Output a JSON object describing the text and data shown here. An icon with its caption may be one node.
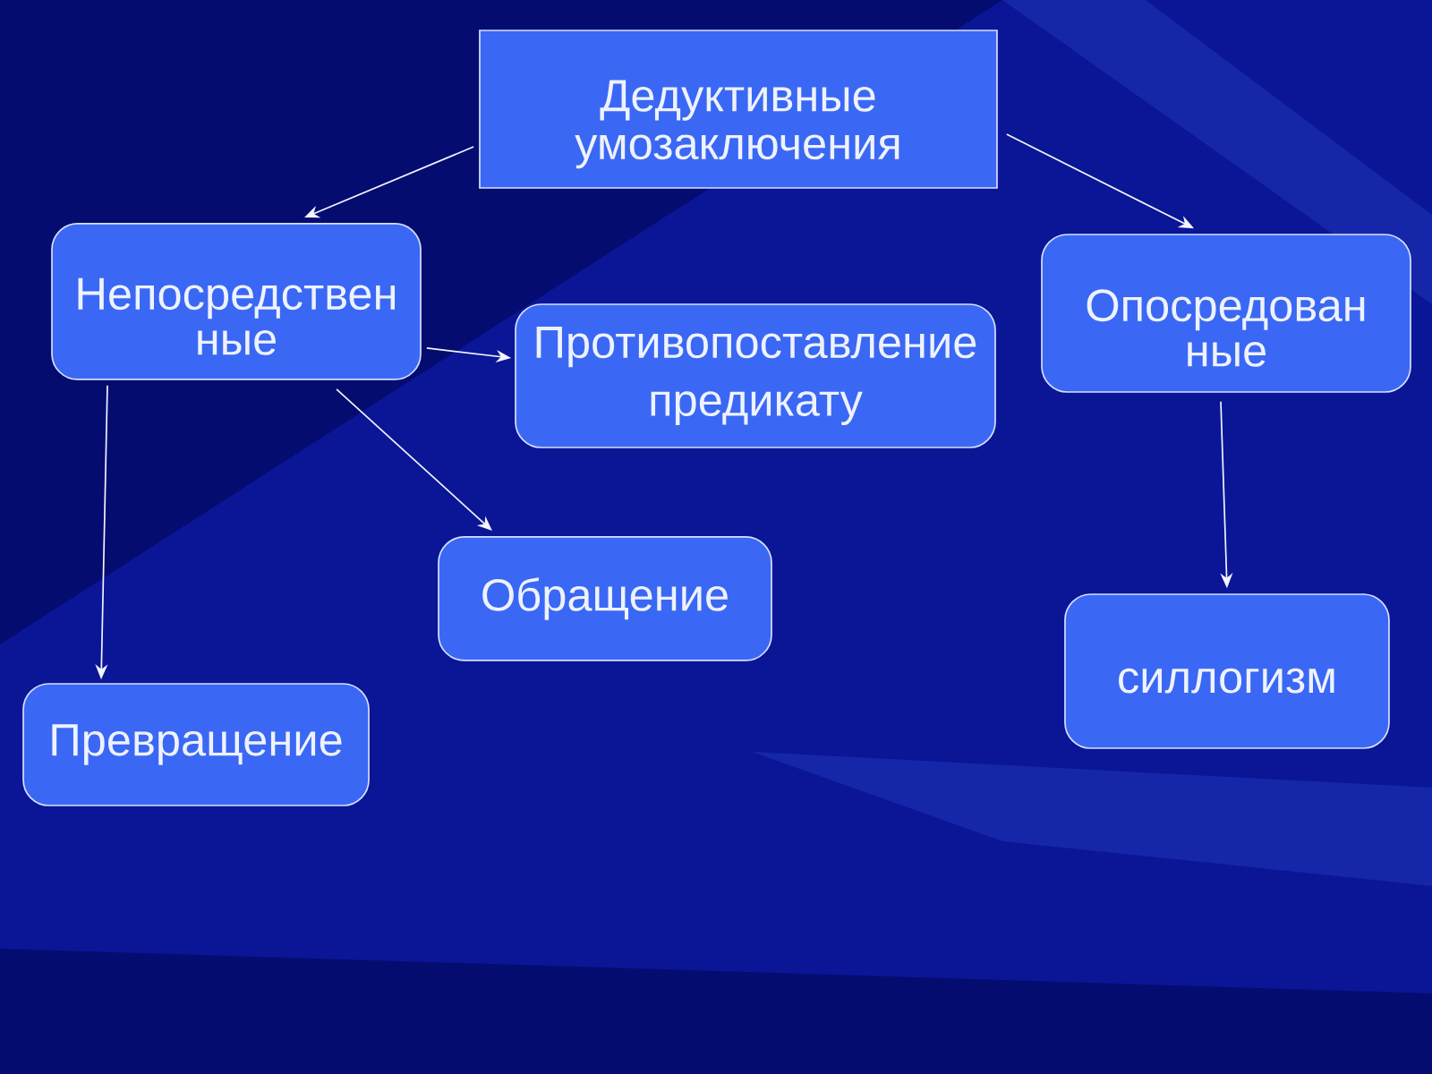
{
  "diagram": {
    "nodes": [
      {
        "text": [
          "Дедуктивные умозаключения"
        ]
      },
      {
        "text": [
          "Непосредствен ные"
        ]
      },
      {
        "text": [
          "Опосредован ные"
        ]
      },
      {
        "text": [
          "Противопоставление предикату"
        ]
      },
      {
        "text": [
          "Обращение"
        ]
      },
      {
        "text": [
          "силлогизм"
        ]
      },
      {
        "text": [
          "Превращение"
        ]
      }
    ],
    "edges": [
      {
        "from": 0,
        "to": 1,
        "arrow": "to"
      },
      {
        "from": 0,
        "to": 2,
        "arrow": "to"
      },
      {
        "from": 1,
        "to": 3,
        "arrow": "to"
      },
      {
        "from": 1,
        "to": 4,
        "arrow": "to"
      },
      {
        "from": 1,
        "to": 6,
        "arrow": "to"
      },
      {
        "from": 2,
        "to": 5,
        "arrow": "to"
      }
    ]
  }
}
